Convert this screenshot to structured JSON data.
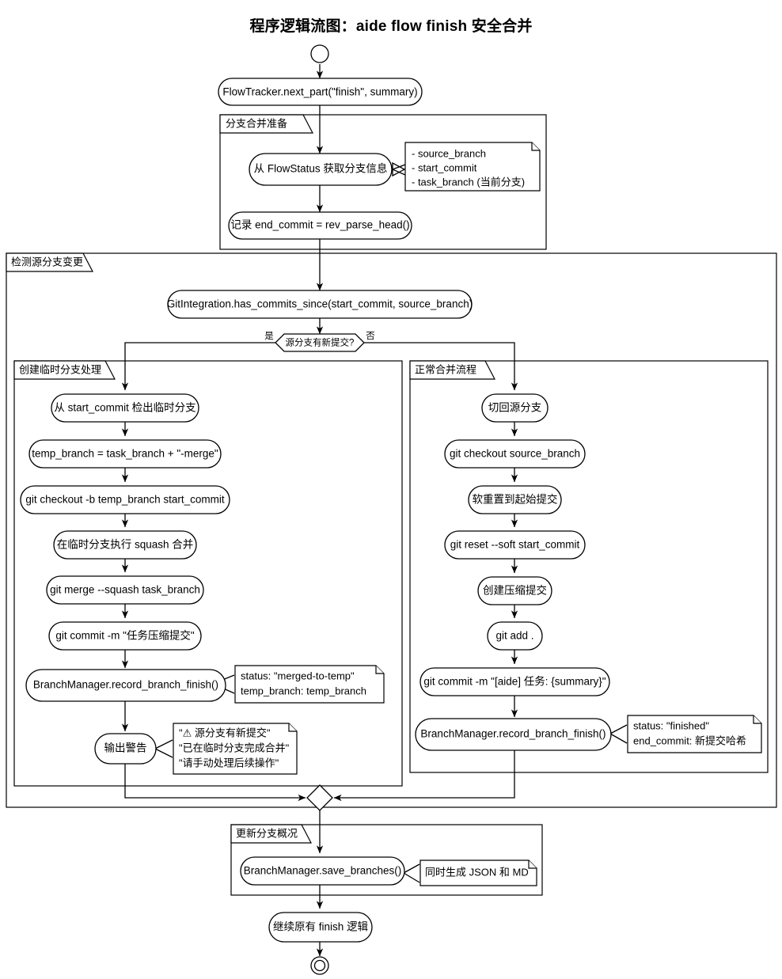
{
  "title": "程序逻辑流图：aide flow finish 安全合并",
  "diagram": {
    "type": "flowchart",
    "orientation": "top-down",
    "start_node": "start-circle",
    "end_node": "end-circle",
    "nodes": {
      "n_flowtracker": "FlowTracker.next_part(\"finish\", summary)",
      "n_get_branch_info": "从 FlowStatus 获取分支信息",
      "n_record_end_commit": "记录 end_commit = rev_parse_head()",
      "n_has_commits_since": "GitIntegration.has_commits_since(start_commit, source_branch)",
      "n_decision": "源分支有新提交?",
      "n_checkout_temp": "从 start_commit 检出临时分支",
      "n_temp_branch_name": "temp_branch = task_branch + \"-merge\"",
      "n_git_checkout_b": "git checkout -b temp_branch start_commit",
      "n_squash_on_temp": "在临时分支执行 squash 合并",
      "n_git_merge_squash": "git merge --squash task_branch",
      "n_git_commit_squash": "git commit -m \"任务压缩提交\"",
      "n_record_finish_left": "BranchManager.record_branch_finish()",
      "n_output_warning": "输出警告",
      "n_switch_back": "切回源分支",
      "n_git_checkout_source": "git checkout source_branch",
      "n_soft_reset": "软重置到起始提交",
      "n_git_reset_soft": "git reset --soft start_commit",
      "n_create_squash_commit": "创建压缩提交",
      "n_git_add": "git add .",
      "n_git_commit_aide": "git commit -m \"[aide] 任务: {summary}\"",
      "n_record_finish_right": "BranchManager.record_branch_finish()",
      "n_save_branches": "BranchManager.save_branches()",
      "n_continue_finish": "继续原有 finish 逻辑"
    },
    "edge_labels": {
      "yes": "是",
      "no": "否"
    },
    "partitions": {
      "p_prepare": "分支合并准备",
      "p_detect": "检测源分支变更",
      "p_temp_branch": "创建临时分支处理",
      "p_normal_merge": "正常合并流程",
      "p_update_summary": "更新分支概况"
    },
    "notes": {
      "note_branch_info": [
        "- source_branch",
        "- start_commit",
        "- task_branch (当前分支)"
      ],
      "note_record_left": [
        "status: \"merged-to-temp\"",
        "temp_branch: temp_branch"
      ],
      "note_warning": [
        "\"⚠ 源分支有新提交\"",
        "\"已在临时分支完成合并\"",
        "\"请手动处理后续操作\""
      ],
      "note_record_right": [
        "status: \"finished\"",
        "end_commit: 新提交哈希"
      ],
      "note_save_branches": [
        "同时生成 JSON 和 MD"
      ]
    },
    "colors": {
      "stroke": "#000000",
      "fill": "#ffffff",
      "background": "#ffffff"
    }
  }
}
